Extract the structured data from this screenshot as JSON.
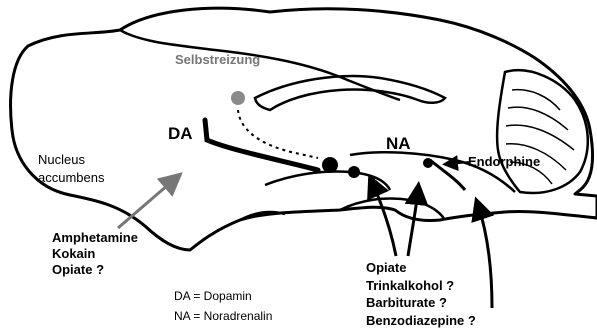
{
  "labels": {
    "self_stimulation": "Selbstreizung",
    "da": "DA",
    "na": "NA",
    "nucleus_line1": "Nucleus",
    "nucleus_line2": "accumbens",
    "endorphine": "Endorphine",
    "amphetamine": "Amphetamine",
    "kokain": "Kokain",
    "opiate_left": "Opiate ?",
    "opiate_bottom": "Opiate",
    "trinkalkohol": "Trinkalkohol ?",
    "barbiturate": "Barbiturate ?",
    "benzodiazepine": "Benzodiazepine ?",
    "legend_da": "DA = Dopamin",
    "legend_na": "NA = Noradrenalin"
  },
  "colors": {
    "outline": "#000000",
    "label_grey": "#777777",
    "dot_grey": "#8a8a8a",
    "background": "#ffffff"
  }
}
